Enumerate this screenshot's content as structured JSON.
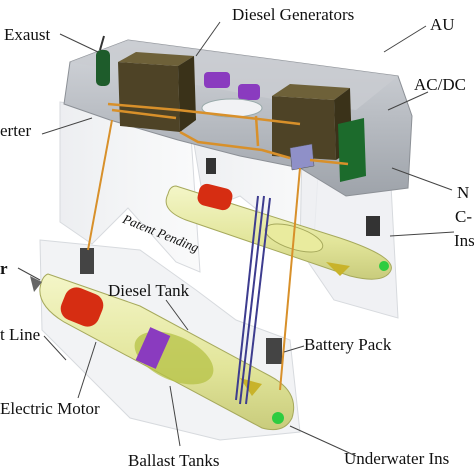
{
  "labels": {
    "diesel_generators": "Diesel Generators",
    "exaust": "Exaust",
    "au": "AU",
    "ac_dc": "AC/DC",
    "erter": "erter",
    "n": "N",
    "c": "C-",
    "ins_1": "Ins",
    "patent_pending": "Patent Pending",
    "r": "r",
    "diesel_tank": "Diesel Tank",
    "t_line": "t Line",
    "battery_pack": "Battery Pack",
    "electric_motor": "Electric Motor",
    "ballast_tanks": "Ballast Tanks",
    "underwater_ins": "Underwater Ins"
  },
  "colors": {
    "deck": "#b8bcc2",
    "pontoon": "#e6e9a6",
    "generator": "#4e4326",
    "motor": "#d62d12",
    "battery": "#6a2f8e",
    "converter": "#1c6b2c",
    "pipe_orange": "#d8902a",
    "pipe_blue": "#3d3c8f"
  }
}
